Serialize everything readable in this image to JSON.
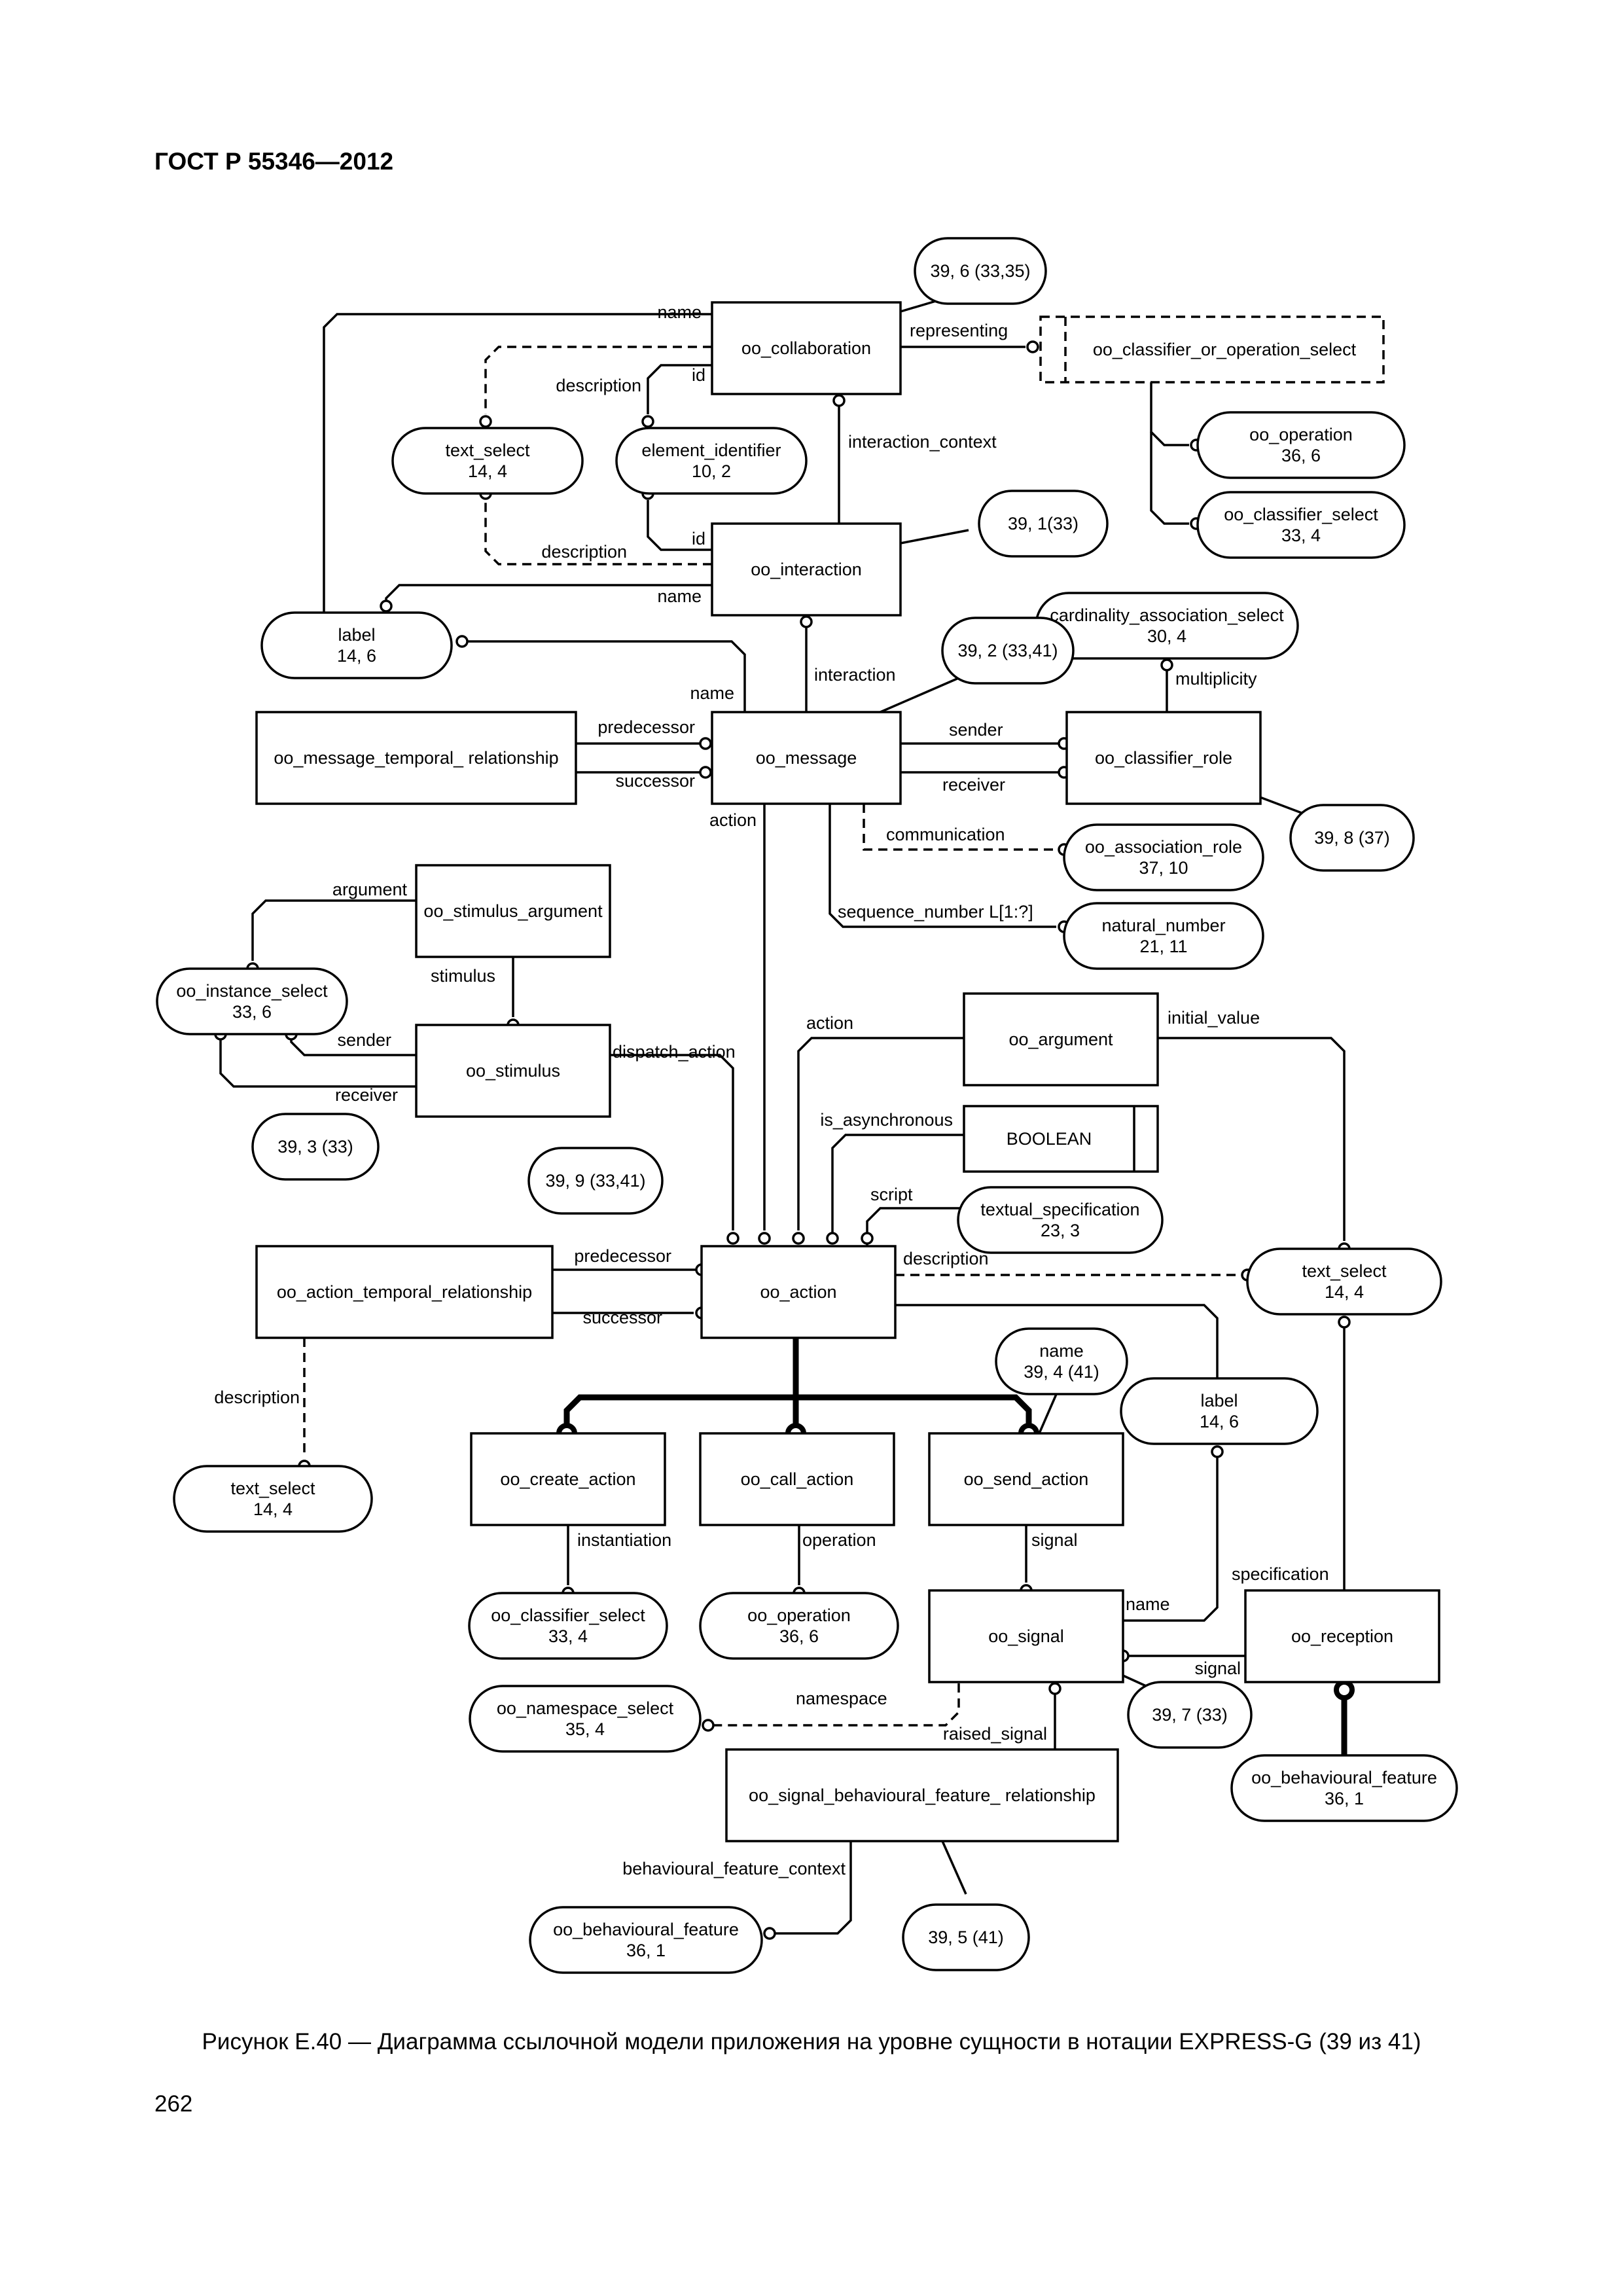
{
  "header": "ГОСТ Р 55346—2012",
  "caption": "Рисунок Е.40 — Диаграмма ссылочной модели приложения на уровне сущности в нотации EXPRESS-G (39 из 41)",
  "page_number": "262",
  "entities": {
    "oo_collaboration": [
      "oo_collaboration"
    ],
    "oo_interaction": [
      "oo_interaction"
    ],
    "oo_message": [
      "oo_message"
    ],
    "oo_message_temporal_relationship": [
      "oo_message_temporal_ relationship"
    ],
    "oo_classifier_role": [
      "oo_classifier_role"
    ],
    "oo_stimulus_argument": [
      "oo_stimulus_argument"
    ],
    "oo_stimulus": [
      "oo_stimulus"
    ],
    "oo_argument": [
      "oo_argument"
    ],
    "oo_action": [
      "oo_action"
    ],
    "oo_action_temporal_relationship": [
      "oo_action_temporal_relationship"
    ],
    "oo_create_action": [
      "oo_create_action"
    ],
    "oo_call_action": [
      "oo_call_action"
    ],
    "oo_send_action": [
      "oo_send_action"
    ],
    "oo_signal": [
      "oo_signal"
    ],
    "oo_reception": [
      "oo_reception"
    ],
    "oo_signal_behavioural_feature_relationship": [
      "oo_signal_behavioural_feature_ relationship"
    ]
  },
  "select_types": {
    "oo_classifier_or_operation_select": [
      "oo_classifier_or_operation_select"
    ]
  },
  "base_types": {
    "boolean": [
      "BOOLEAN"
    ]
  },
  "references": {
    "text_select_top": [
      "text_select",
      "14, 4"
    ],
    "element_identifier": [
      "element_identifier",
      "10, 2"
    ],
    "oo_operation_top": [
      "oo_operation",
      "36, 6"
    ],
    "oo_classifier_select_top": [
      "oo_classifier_select",
      "33, 4"
    ],
    "label_top": [
      "label",
      "14, 6"
    ],
    "cardinality_association_select": [
      "cardinality_association_select",
      "30, 4"
    ],
    "oo_association_role": [
      "oo_association_role",
      "37, 10"
    ],
    "natural_number": [
      "natural_number",
      "21, 11"
    ],
    "oo_instance_select": [
      "oo_instance_select",
      "33, 6"
    ],
    "textual_specification": [
      "textual_specification",
      "23, 3"
    ],
    "text_select_right": [
      "text_select",
      "14, 4"
    ],
    "text_select_left": [
      "text_select",
      "14, 4"
    ],
    "name_ref": [
      "name",
      "39, 4 (41)"
    ],
    "label_right": [
      "label",
      "14, 6"
    ],
    "oo_classifier_select_bottom": [
      "oo_classifier_select",
      "33, 4"
    ],
    "oo_operation_bottom": [
      "oo_operation",
      "36, 6"
    ],
    "oo_namespace_select": [
      "oo_namespace_select",
      "35, 4"
    ],
    "oo_behavioural_feature_right": [
      "oo_behavioural_feature",
      "36, 1"
    ],
    "oo_behavioural_feature_bottom": [
      "oo_behavioural_feature",
      "36, 1"
    ]
  },
  "page_refs": {
    "p_39_6": "39, 6 (33,35)",
    "p_39_1": "39, 1(33)",
    "p_39_2": "39, 2 (33,41)",
    "p_39_8": "39, 8 (37)",
    "p_39_3": "39, 3 (33)",
    "p_39_9": "39, 9 (33,41)",
    "p_39_7": "39, 7 (33)",
    "p_39_5": "39, 5 (41)"
  },
  "labels": {
    "collab_name": "name",
    "collab_representing": "representing",
    "collab_description": "description",
    "collab_id": "id",
    "interaction_context": "interaction_context",
    "inter_id": "id",
    "inter_description": "description",
    "inter_name": "name",
    "msg_name": "name",
    "msg_interaction": "interaction",
    "multiplicity": "multiplicity",
    "msg_predecessor": "predecessor",
    "msg_successor": "successor",
    "msg_sender": "sender",
    "msg_receiver": "receiver",
    "msg_action": "action",
    "communication": "communication",
    "sequence_number": "sequence_number L[1:?]",
    "argument": "argument",
    "stimulus": "stimulus",
    "stim_sender": "sender",
    "stim_receiver": "receiver",
    "dispatch_action": "dispatch_action",
    "arg_action": "action",
    "initial_value": "initial_value",
    "is_asynchronous": "is_asynchronous",
    "script": "script",
    "act_predecessor": "predecessor",
    "act_successor": "successor",
    "act_description": "description",
    "atr_description": "description",
    "instantiation": "instantiation",
    "operation": "operation",
    "signal": "signal",
    "sig_name": "name",
    "specification": "specification",
    "rec_signal": "signal",
    "namespace": "namespace",
    "raised_signal": "raised_signal",
    "behavioural_feature_context": "behavioural_feature_context"
  }
}
